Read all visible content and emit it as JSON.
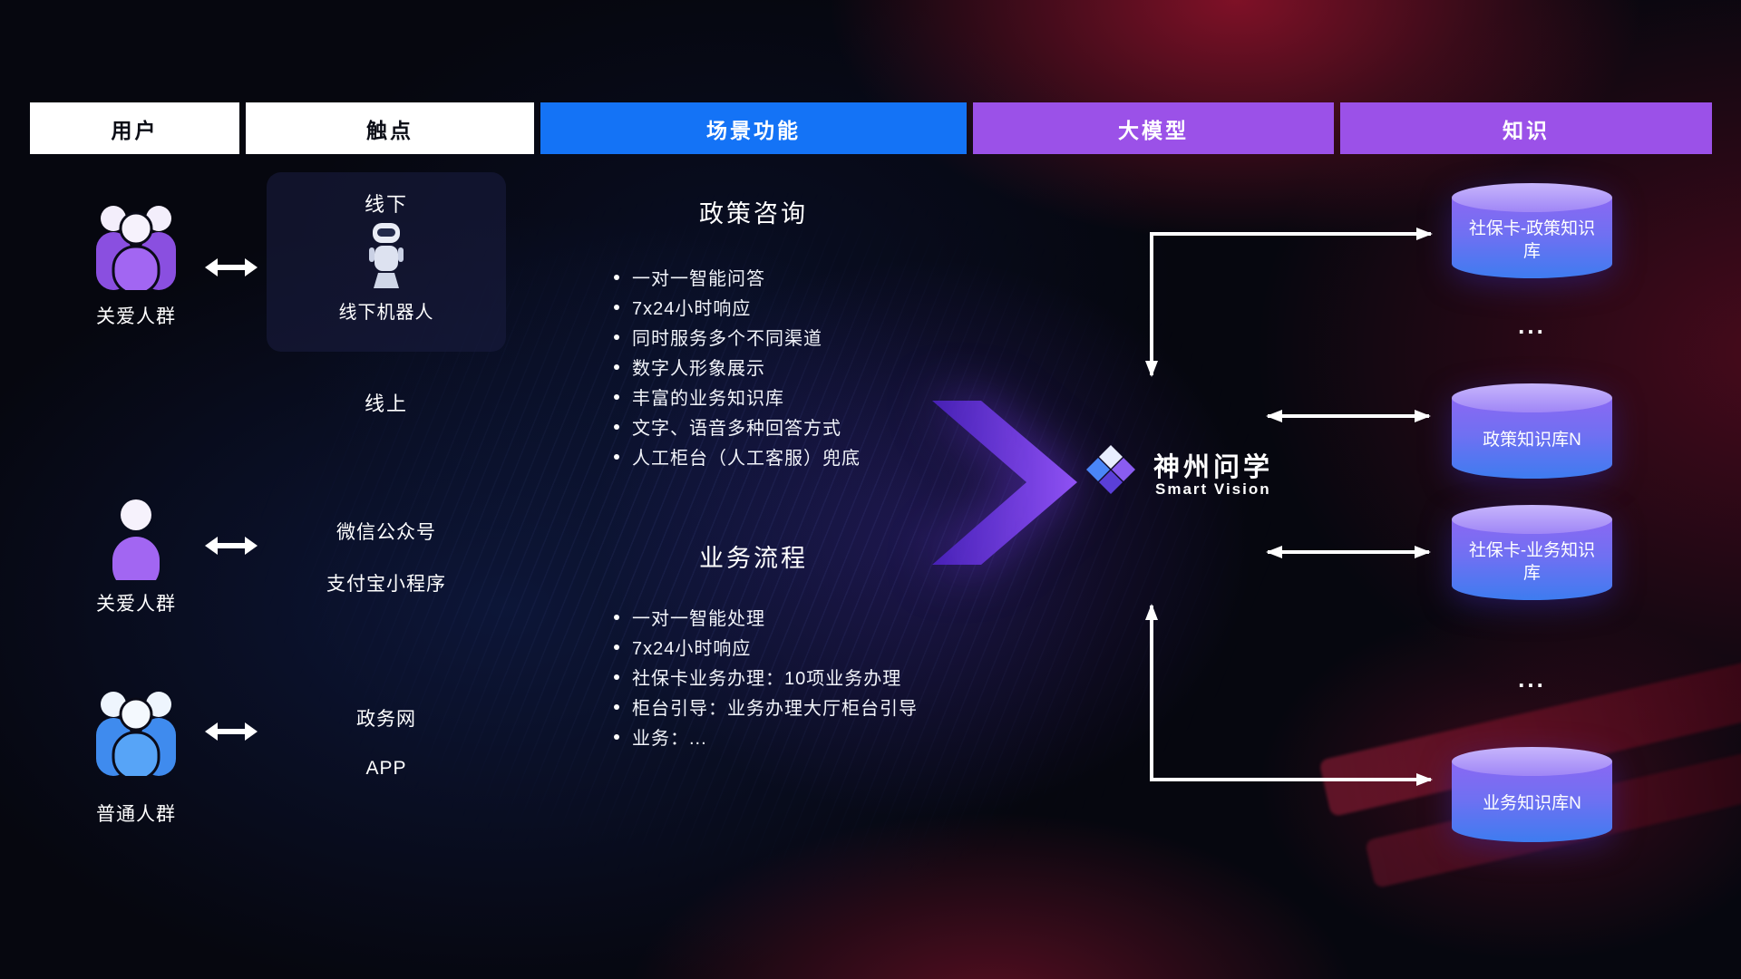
{
  "header": {
    "columns": [
      {
        "label": "用户"
      },
      {
        "label": "触点"
      },
      {
        "label": "场景功能"
      },
      {
        "label": "大模型"
      },
      {
        "label": "知识"
      }
    ]
  },
  "users": [
    {
      "label": "关爱人群",
      "icon": "group-users-purple-icon"
    },
    {
      "label": "关爱人群",
      "icon": "single-user-purple-icon"
    },
    {
      "label": "普通人群",
      "icon": "group-users-blue-icon"
    }
  ],
  "touchpoints": {
    "offline": {
      "title": "线下",
      "robot_icon": "robot-icon",
      "robot_label": "线下机器人"
    },
    "online_title": "线上",
    "online_items": [
      "微信公众号",
      "支付宝小程序",
      "政务网",
      "APP"
    ]
  },
  "scenarios": [
    {
      "title": "政策咨询",
      "items": [
        "一对一智能问答",
        "7x24小时响应",
        "同时服务多个不同渠道",
        "数字人形象展示",
        "丰富的业务知识库",
        "文字、语音多种回答方式",
        "人工柜台（人工客服）兜底"
      ]
    },
    {
      "title": "业务流程",
      "items": [
        "一对一智能处理",
        "7x24小时响应",
        "社保卡业务办理：10项业务办理",
        "柜台引导：业务办理大厅柜台引导",
        "业务：..."
      ]
    }
  ],
  "model": {
    "name": "神州问学",
    "subtitle": "Smart Vision",
    "logo_icon": "diamond-logo"
  },
  "knowledge": {
    "databases": [
      "社保卡-政策知识库",
      "政策知识库N",
      "社保卡-业务知识库",
      "业务知识库N"
    ],
    "ellipsis": "..."
  },
  "colors": {
    "header_blue": "#1473f6",
    "header_purple": "#9b51e8",
    "cylinder_top": "#c7b5fc",
    "cylinder_body_start": "#8a68f3",
    "cylinder_body_end": "#3e7cf0",
    "flow_arrow_purple": "#9052f5",
    "user_purple": "#a266f2",
    "user_blue": "#57a4f7",
    "connector": "#ffffff",
    "background_red_glow": "#d61838",
    "background_blue_glow": "#1c3896"
  }
}
